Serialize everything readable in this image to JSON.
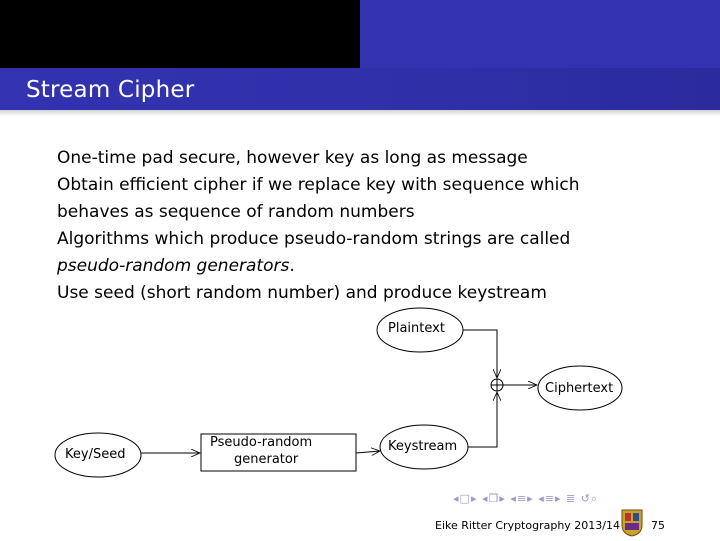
{
  "slide": {
    "title": "Stream Cipher",
    "lines": [
      "One-time pad secure, however key as long as message",
      "Obtain efficient cipher if we replace key with sequence which",
      "behaves as sequence of random numbers",
      "Algorithms which produce pseudo-random strings are called",
      "pseudo-random generators",
      ".",
      "Use seed (short random number) and produce keystream"
    ]
  },
  "diagram": {
    "plaintext": "Plaintext",
    "ciphertext": "Ciphertext",
    "key_seed": "Key/Seed",
    "prng_line1": "Pseudo-random",
    "prng_line2": "generator",
    "keystream": "Keystream",
    "xor_symbol": "⊕"
  },
  "footer": {
    "author_course": "Eike Ritter Cryptography 2013/14",
    "page_number": "75",
    "nav_icons": [
      "nav-prev-frame-icon",
      "nav-next-frame-icon",
      "nav-prev-slide-icon",
      "nav-next-slide-icon",
      "nav-prev-section-icon",
      "nav-next-section-icon",
      "nav-prev-subsection-icon",
      "nav-next-subsection-icon",
      "nav-outline-icon",
      "search-icon"
    ]
  },
  "colors": {
    "header_black": "#000000",
    "header_blue": "#3333b2",
    "title_text": "#ffffff"
  }
}
